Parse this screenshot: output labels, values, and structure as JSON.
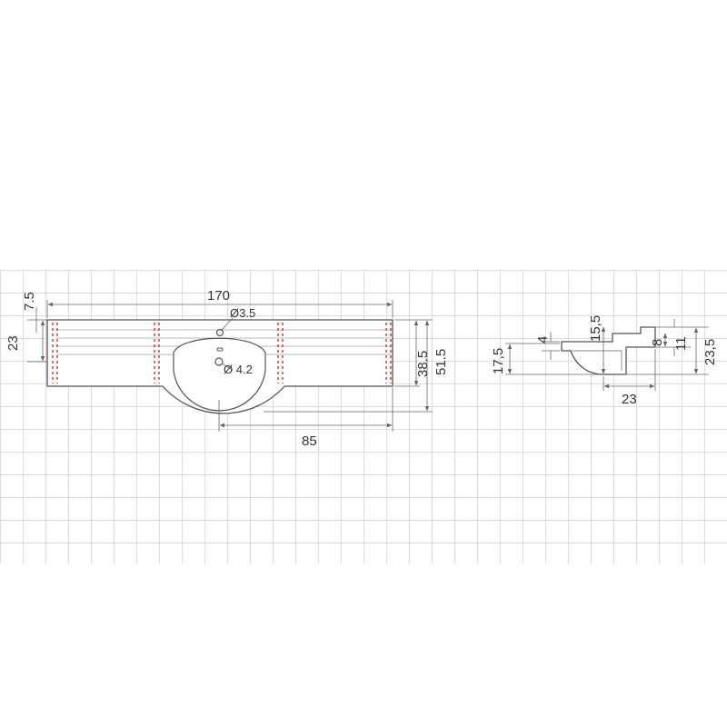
{
  "top_view": {
    "overall_length": "170",
    "tap_hole_diameter": "Ø3.5",
    "drain_diameter": "Ø 4.2",
    "left_offset": "7.5",
    "left_height": "23",
    "inner_depth": "38.5",
    "total_depth": "51.5",
    "bowl_center_offset": "85"
  },
  "side_view": {
    "rim_height": "4",
    "bowl_depth": "15,5",
    "overall_height": "17,5",
    "back_step": "8",
    "back_height": "11",
    "total_height": "23,5",
    "width": "23"
  },
  "colors": {
    "line": "#555555",
    "dashed_hidden": "#cc2222",
    "dimension": "#666666",
    "grid": "#dcdcdc"
  }
}
